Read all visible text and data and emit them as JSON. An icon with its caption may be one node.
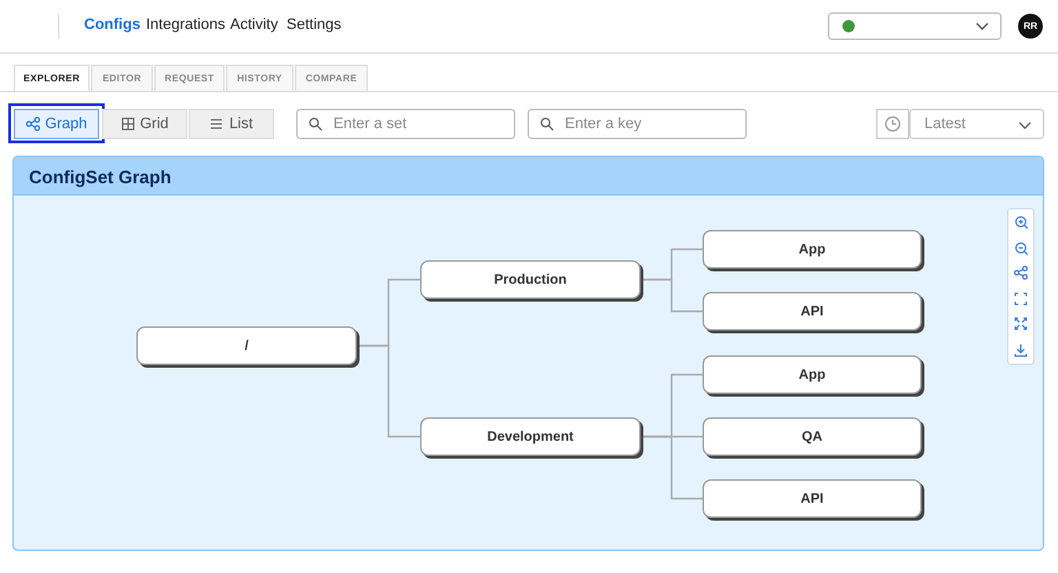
{
  "diagram": {
    "nodes": [
      {
        "text": [
          "ConfigSet Graph"
        ]
      },
      {
        "text": [
          "/"
        ],
        "in": 0
      },
      {
        "text": [
          "Production"
        ],
        "in": 0
      },
      {
        "text": [
          "Development"
        ],
        "in": 0
      },
      {
        "text": [
          "App"
        ],
        "in": 0
      },
      {
        "text": [
          "API"
        ],
        "in": 0
      },
      {
        "text": [
          "App"
        ],
        "in": 0
      },
      {
        "text": [
          "QA"
        ],
        "in": 0
      },
      {
        "text": [
          "API"
        ],
        "in": 0
      }
    ],
    "edges": [
      {
        "from": 1,
        "to": 2,
        "arrow": "none"
      },
      {
        "from": 1,
        "to": 3,
        "arrow": "none"
      },
      {
        "from": 2,
        "to": 4,
        "arrow": "none"
      },
      {
        "from": 2,
        "to": 5,
        "arrow": "none"
      },
      {
        "from": 3,
        "to": 6,
        "arrow": "none"
      },
      {
        "from": 3,
        "to": 7,
        "arrow": "none"
      },
      {
        "from": 3,
        "to": 8,
        "arrow": "none"
      }
    ],
    "labels": [
      "Configs",
      "Integrations",
      "Activity",
      "Settings",
      "RR",
      "EXPLORER",
      "EDITOR",
      "REQUEST",
      "HISTORY",
      "COMPARE",
      "Graph",
      "Grid",
      "List",
      "Enter a set",
      "Enter a key",
      "Latest"
    ]
  }
}
